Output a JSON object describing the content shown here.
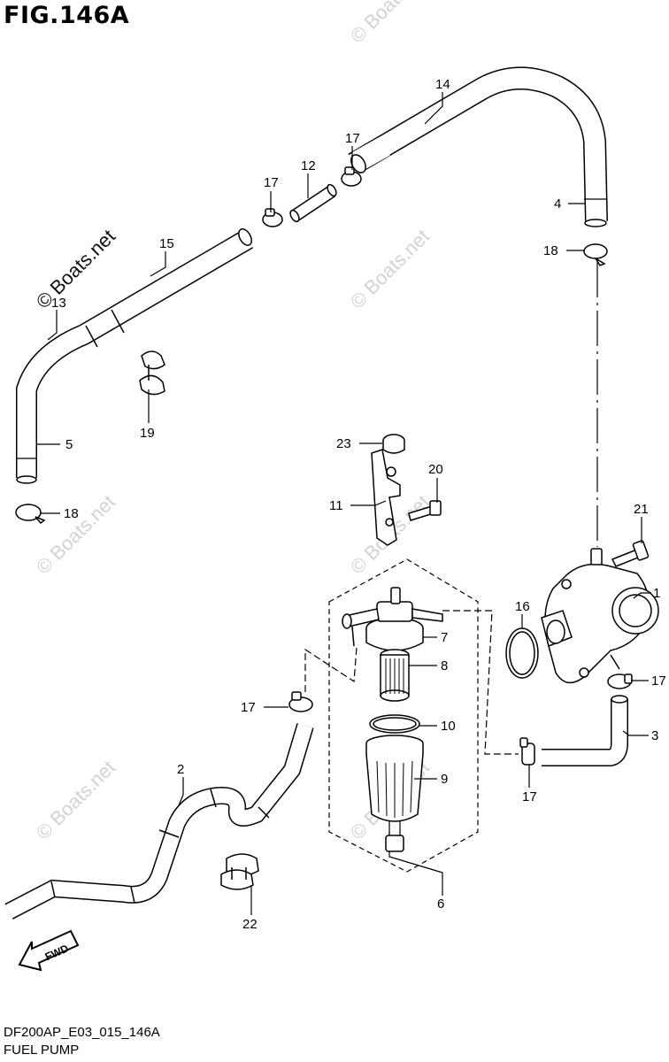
{
  "figure": {
    "title": "FIG.146A",
    "code": "DF200AP_E03_015_146A",
    "name": "FUEL PUMP"
  },
  "watermark": {
    "text": "© Boats.net"
  },
  "fwd_label": "FWD",
  "callouts": [
    {
      "id": "c14",
      "label": "14"
    },
    {
      "id": "c17a",
      "label": "17"
    },
    {
      "id": "c12",
      "label": "12"
    },
    {
      "id": "c17b",
      "label": "17"
    },
    {
      "id": "c4",
      "label": "4"
    },
    {
      "id": "c15",
      "label": "15"
    },
    {
      "id": "c18a",
      "label": "18"
    },
    {
      "id": "c13",
      "label": "13"
    },
    {
      "id": "c5",
      "label": "5"
    },
    {
      "id": "c19",
      "label": "19"
    },
    {
      "id": "c18b",
      "label": "18"
    },
    {
      "id": "c23",
      "label": "23"
    },
    {
      "id": "c20",
      "label": "20"
    },
    {
      "id": "c11",
      "label": "11"
    },
    {
      "id": "c21",
      "label": "21"
    },
    {
      "id": "c1",
      "label": "1"
    },
    {
      "id": "c16",
      "label": "16"
    },
    {
      "id": "c7",
      "label": "7"
    },
    {
      "id": "c8",
      "label": "8"
    },
    {
      "id": "c17c",
      "label": "17"
    },
    {
      "id": "c17d",
      "label": "17"
    },
    {
      "id": "c10",
      "label": "10"
    },
    {
      "id": "c3",
      "label": "3"
    },
    {
      "id": "c2",
      "label": "2"
    },
    {
      "id": "c9",
      "label": "9"
    },
    {
      "id": "c17e",
      "label": "17"
    },
    {
      "id": "c6",
      "label": "6"
    },
    {
      "id": "c22",
      "label": "22"
    }
  ]
}
